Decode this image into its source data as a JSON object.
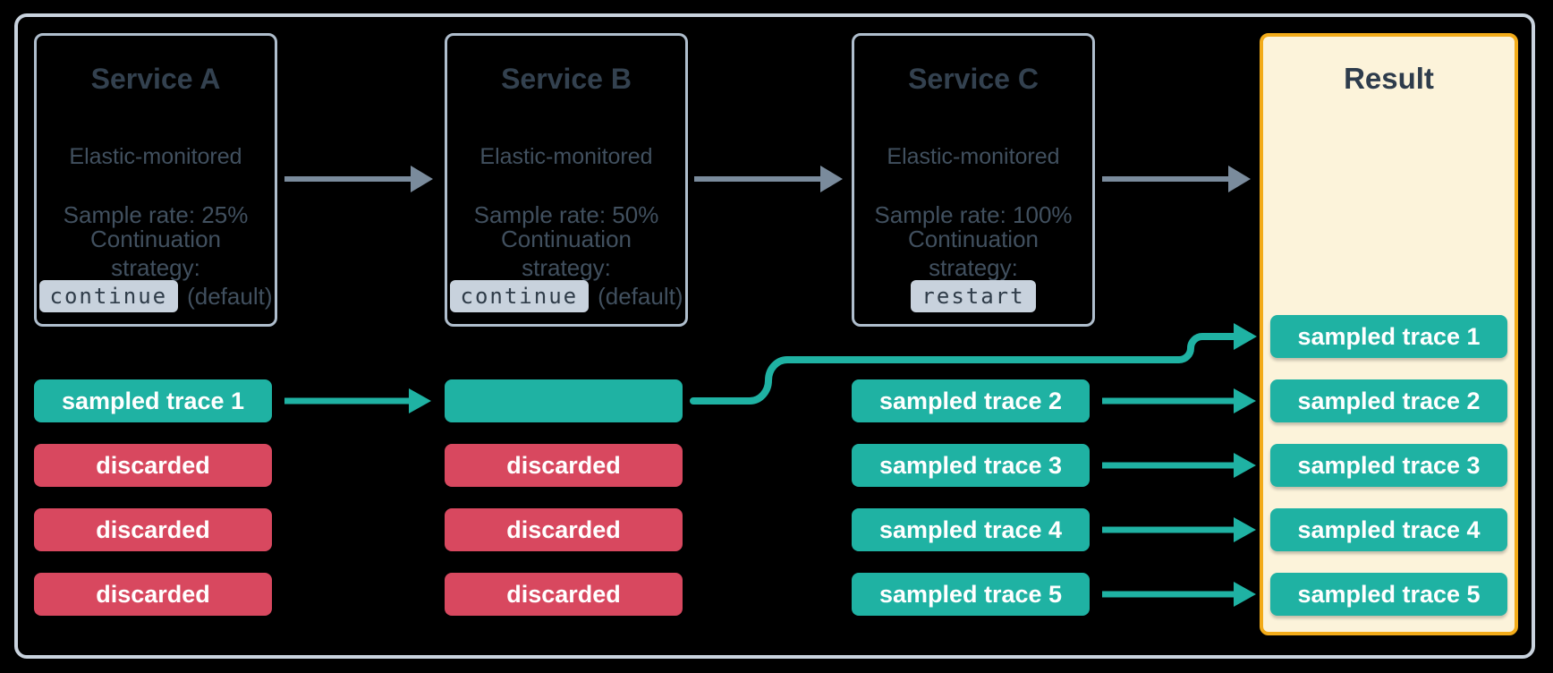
{
  "services": [
    {
      "title": "Service A",
      "monitoring": "Elastic-monitored",
      "sample_rate": "Sample rate: 25%",
      "continuation_label": "Continuation strategy:",
      "strategy_value": "continue",
      "strategy_suffix": "(default)"
    },
    {
      "title": "Service B",
      "monitoring": "Elastic-monitored",
      "sample_rate": "Sample rate: 50%",
      "continuation_label": "Continuation strategy:",
      "strategy_value": "continue",
      "strategy_suffix": "(default)"
    },
    {
      "title": "Service C",
      "monitoring": "Elastic-monitored",
      "sample_rate": "Sample rate: 100%",
      "continuation_label": "Continuation strategy:",
      "strategy_value": "restart",
      "strategy_suffix": ""
    }
  ],
  "result": {
    "title": "Result",
    "rows": [
      "sampled trace 1",
      "sampled trace 2",
      "sampled trace 3",
      "sampled trace 4",
      "sampled trace 5"
    ]
  },
  "lanes": {
    "service_a": [
      {
        "label": "sampled trace 1",
        "status": "sampled"
      },
      {
        "label": "discarded",
        "status": "discarded"
      },
      {
        "label": "discarded",
        "status": "discarded"
      },
      {
        "label": "discarded",
        "status": "discarded"
      }
    ],
    "service_b": [
      {
        "label": "",
        "status": "sampled"
      },
      {
        "label": "discarded",
        "status": "discarded"
      },
      {
        "label": "discarded",
        "status": "discarded"
      },
      {
        "label": "discarded",
        "status": "discarded"
      }
    ],
    "service_c": [
      {
        "label": "sampled trace 2",
        "status": "sampled"
      },
      {
        "label": "sampled trace 3",
        "status": "sampled"
      },
      {
        "label": "sampled trace 4",
        "status": "sampled"
      },
      {
        "label": "sampled trace 5",
        "status": "sampled"
      }
    ]
  },
  "colors": {
    "sampled_teal": "#1fb2a3",
    "discarded_red": "#d8485f",
    "result_fill": "#fcf3da",
    "result_border": "#f2ab19",
    "service_border": "#afbecd",
    "frame_border": "#c9d3de",
    "arrow_gray": "#7a8b9c",
    "text_slate": "#41505f",
    "title_slate": "#33414f",
    "code_chip_bg": "#c8d2dd",
    "background": "#000000"
  }
}
